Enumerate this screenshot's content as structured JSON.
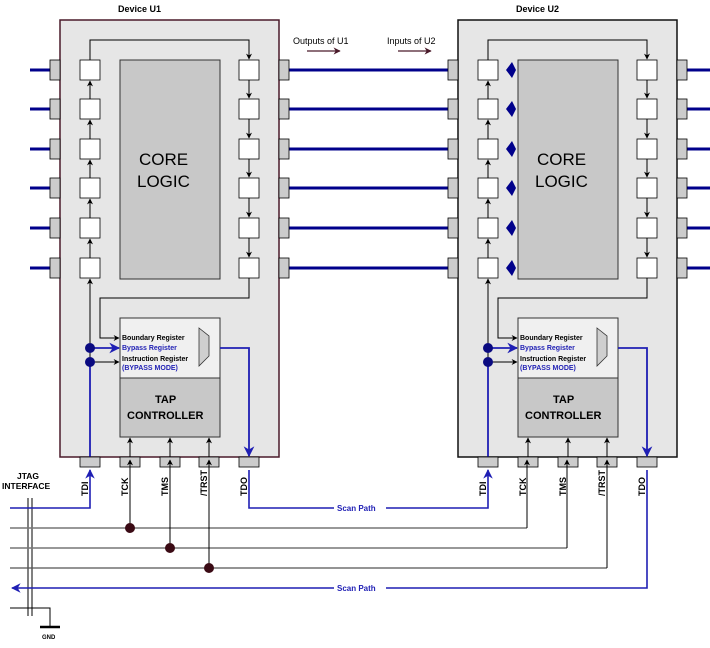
{
  "devices": [
    {
      "title": "Device U1",
      "core_line1": "CORE",
      "core_line2": "LOGIC",
      "border_color": "#4a1a2a",
      "registers": {
        "boundary": "Boundary Register",
        "bypass": "Bypass Register",
        "instruction": "Instruction Register",
        "mode": "(BYPASS MODE)"
      },
      "tap_line1": "TAP",
      "tap_line2": "CONTROLLER"
    },
    {
      "title": "Device U2",
      "core_line1": "CORE",
      "core_line2": "LOGIC",
      "border_color": "#111111",
      "registers": {
        "boundary": "Boundary Register",
        "bypass": "Bypass Register",
        "instruction": "Instruction Register",
        "mode": "(BYPASS MODE)"
      },
      "tap_line1": "TAP",
      "tap_line2": "CONTROLLER"
    }
  ],
  "pins": [
    "TDI",
    "TCK",
    "TMS",
    "/TRST",
    "TDO"
  ],
  "annotations": {
    "outputs": "Outputs of U1",
    "inputs": "Inputs of U2"
  },
  "scan_path_label": "Scan Path",
  "jtag": {
    "line1": "JTAG",
    "line2": "INTERFACE",
    "gnd": "GND"
  },
  "colors": {
    "scan": "#1f1fb4",
    "bus": "#00008b",
    "junction": "#3a0a14",
    "device_fill": "#e6e6e6",
    "core_fill": "#c8c8c8",
    "pin_fill": "#cccccc"
  }
}
